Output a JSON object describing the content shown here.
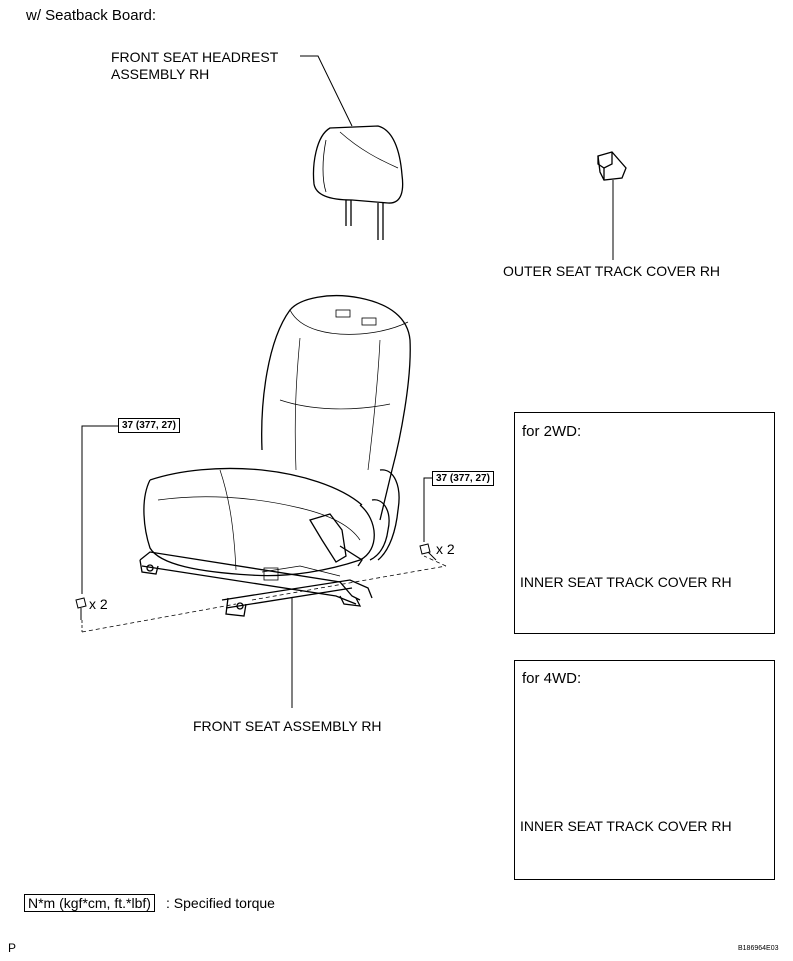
{
  "header": {
    "title": "w/ Seatback Board:"
  },
  "labels": {
    "headrest_line1": "FRONT SEAT HEADREST",
    "headrest_line2": "ASSEMBLY RH",
    "outer_cover": "OUTER SEAT TRACK COVER RH",
    "front_seat": "FRONT SEAT ASSEMBLY RH",
    "inner_cover_2wd": "INNER SEAT TRACK COVER RH",
    "inner_cover_4wd": "INNER SEAT TRACK COVER RH"
  },
  "torque": {
    "left": "37 (377, 27)",
    "right": "37 (377, 27)"
  },
  "quantities": {
    "left_bolts": "x 2",
    "right_bolts": "x 2"
  },
  "boxes": {
    "twowd_title": "for 2WD:",
    "fourwd_title": "for 4WD:"
  },
  "legend": {
    "unit": "N*m (kgf*cm, ft.*lbf)",
    "desc": ": Specified torque"
  },
  "footer": {
    "left_mark": "P",
    "code": "B186964E03"
  }
}
